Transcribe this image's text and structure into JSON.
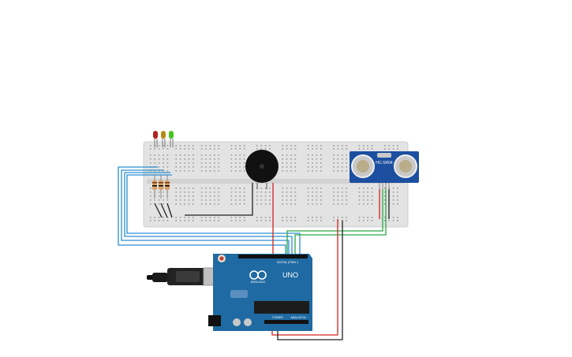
{
  "circuit": {
    "sensor": {
      "model": "HC-SR04"
    },
    "arduino": {
      "model": "UNO",
      "brand": "ARDUINO",
      "header_digital": "DIGITAL (PWM~)",
      "header_power": "POWER",
      "header_analog": "ANALOG IN"
    },
    "leds": [
      {
        "name": "red-led",
        "color": "#b0241d"
      },
      {
        "name": "yellow-led",
        "color": "#b58a16"
      },
      {
        "name": "green-led",
        "color": "#46c31f"
      }
    ],
    "wire_colors": {
      "blue": "#2a8fd0",
      "green": "#2aa845",
      "red": "#d0231f",
      "black": "#222222"
    },
    "board_colors": {
      "breadboard": "#e4e4e4",
      "arduino": "#1f6aa2",
      "sensor": "#1c4fa0"
    }
  }
}
